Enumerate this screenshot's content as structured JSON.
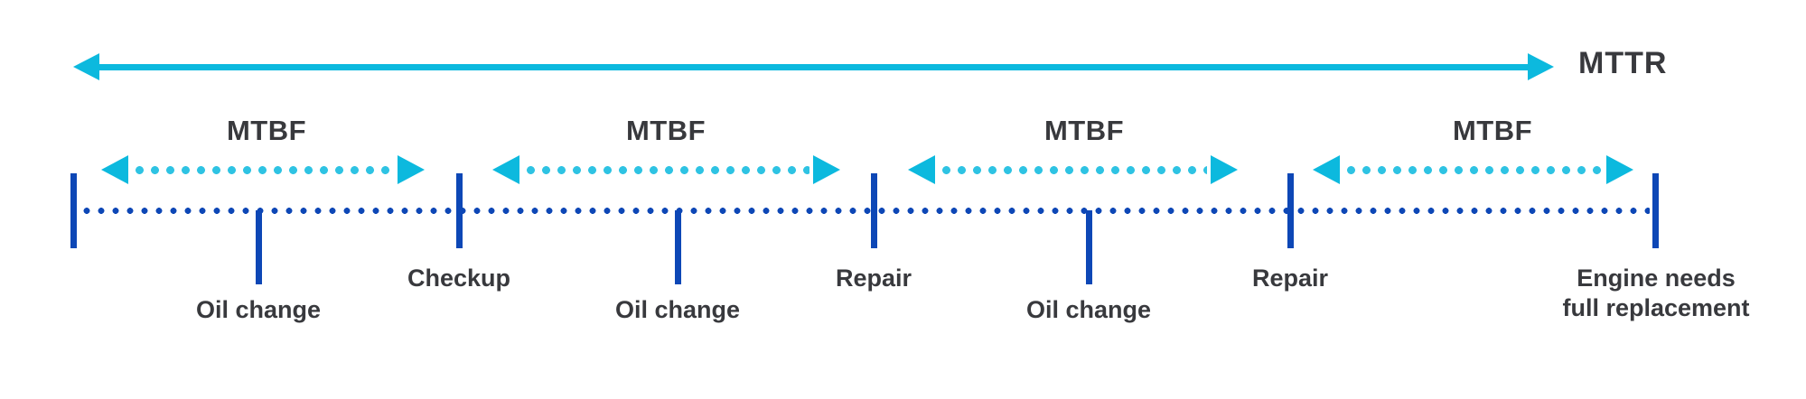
{
  "mttr": {
    "label": "MTTR"
  },
  "mtbf": {
    "segments": [
      {
        "label": "MTBF"
      },
      {
        "label": "MTBF"
      },
      {
        "label": "MTBF"
      },
      {
        "label": "MTBF"
      }
    ]
  },
  "timeline": {
    "events": [
      {
        "label": "Oil change"
      },
      {
        "label": "Checkup"
      },
      {
        "label": "Oil change"
      },
      {
        "label": "Repair"
      },
      {
        "label": "Oil change"
      },
      {
        "label": "Repair"
      },
      {
        "lines": [
          "Engine needs",
          "full replacement"
        ]
      }
    ]
  },
  "colors": {
    "cyan": "#0cb9de",
    "cyan_dots": "#2ec3e3",
    "blue": "#0d47b6",
    "text": "#38393d"
  }
}
